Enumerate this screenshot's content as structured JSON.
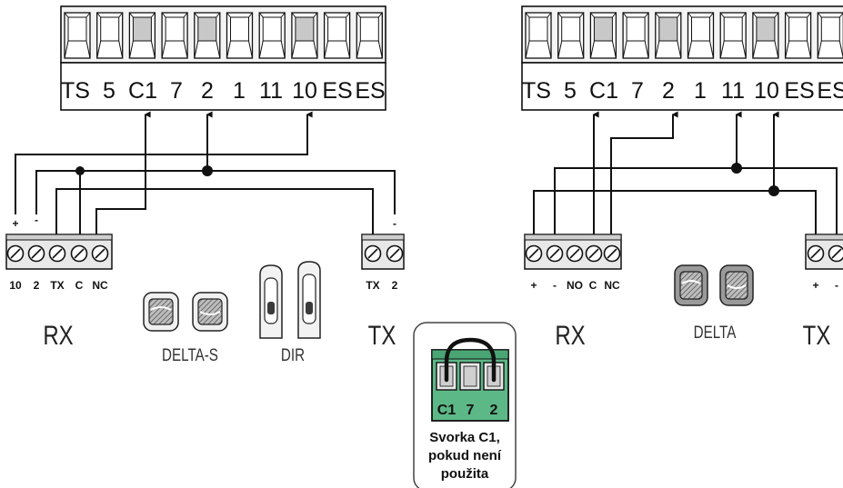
{
  "left": {
    "terminals": [
      "TS",
      "5",
      "C1",
      "7",
      "2",
      "1",
      "11",
      "10",
      "ES",
      "ES"
    ],
    "rx_pins": [
      "10",
      "2",
      "TX",
      "C",
      "NC"
    ],
    "rx_polarity": [
      "+",
      "-"
    ],
    "tx_pins": [
      "TX",
      "2"
    ],
    "tx_polarity": "-",
    "rx_label": "RX",
    "tx_label": "TX",
    "device_1": "DELTA-S",
    "device_2": "DIR"
  },
  "right": {
    "terminals": [
      "TS",
      "5",
      "C1",
      "7",
      "2",
      "1",
      "11",
      "10",
      "ES",
      "ES"
    ],
    "rx_pins": [
      "+",
      "-",
      "NO",
      "C",
      "NC"
    ],
    "tx_pins": [
      "+",
      "-"
    ],
    "rx_label": "RX",
    "tx_label": "TX",
    "device": "DELTA"
  },
  "note": {
    "terminals": [
      "C1",
      "7",
      "2"
    ],
    "line1": "Svorka C1,",
    "line2": "pokud není",
    "line3": "použita"
  },
  "colors": {
    "green": "#5db887",
    "line": "#111111",
    "slot_shaded": "#c8c8c8"
  }
}
